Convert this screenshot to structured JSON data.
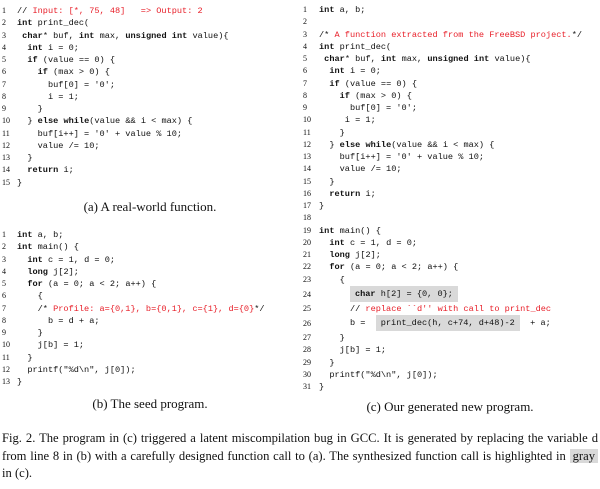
{
  "panel_a": {
    "caption": "(a) A real-world function.",
    "lines": [
      [
        [
          "// ",
          ""
        ],
        [
          "Input: [*, 75, 48]   => Output: 2",
          "c"
        ]
      ],
      [
        [
          "int print_dec(",
          ""
        ]
      ],
      [
        [
          " char* buf, int max, unsigned int value){",
          ""
        ]
      ],
      [
        [
          "  int i = 0;",
          ""
        ]
      ],
      [
        [
          "  if (value == 0) {",
          ""
        ]
      ],
      [
        [
          "    if (max > 0) {",
          ""
        ]
      ],
      [
        [
          "      buf[0] = '0';",
          ""
        ]
      ],
      [
        [
          "      i = 1;",
          ""
        ]
      ],
      [
        [
          "    }",
          ""
        ]
      ],
      [
        [
          "  } else while(value && i < max) {",
          ""
        ]
      ],
      [
        [
          "    buf[i++] = '0' + value % 10;",
          ""
        ]
      ],
      [
        [
          "    value /= 10;",
          ""
        ]
      ],
      [
        [
          "  }",
          ""
        ]
      ],
      [
        [
          "  return i;",
          ""
        ]
      ],
      [
        [
          "}",
          ""
        ]
      ]
    ]
  },
  "panel_b": {
    "caption": "(b) The seed program.",
    "lines": [
      [
        [
          "int a, b;",
          ""
        ]
      ],
      [
        [
          "int main() {",
          ""
        ]
      ],
      [
        [
          "  int c = 1, d = 0;",
          ""
        ]
      ],
      [
        [
          "  long j[2];",
          ""
        ]
      ],
      [
        [
          "  for (a = 0; a < 2; a++) {",
          ""
        ]
      ],
      [
        [
          "    {",
          ""
        ]
      ],
      [
        [
          "    /* ",
          ""
        ],
        [
          "Profile: a={0,1}, b={0,1}, c={1}, d={0}",
          "c"
        ],
        [
          "*/",
          ""
        ]
      ],
      [
        [
          "      b = d + a;",
          ""
        ]
      ],
      [
        [
          "    }",
          ""
        ]
      ],
      [
        [
          "    j[b] = 1;",
          ""
        ]
      ],
      [
        [
          "  }",
          ""
        ]
      ],
      [
        [
          "  printf(\"%d\\n\", j[0]);",
          ""
        ]
      ],
      [
        [
          "}",
          ""
        ]
      ]
    ]
  },
  "panel_c": {
    "caption": "(c) Our generated new program.",
    "lines": [
      [
        [
          "int a, b;",
          ""
        ]
      ],
      [
        [
          "",
          ""
        ]
      ],
      [
        [
          "/* ",
          ""
        ],
        [
          "A function extracted from the FreeBSD project.",
          "c"
        ],
        [
          "*/",
          ""
        ]
      ],
      [
        [
          "int print_dec(",
          ""
        ]
      ],
      [
        [
          " char* buf, int max, unsigned int value){",
          ""
        ]
      ],
      [
        [
          "  int i = 0;",
          ""
        ]
      ],
      [
        [
          "  if (value == 0) {",
          ""
        ]
      ],
      [
        [
          "    if (max > 0) {",
          ""
        ]
      ],
      [
        [
          "      buf[0] = '0';",
          ""
        ]
      ],
      [
        [
          "     i = 1;",
          ""
        ]
      ],
      [
        [
          "    }",
          ""
        ]
      ],
      [
        [
          "  } else while(value && i < max) {",
          ""
        ]
      ],
      [
        [
          "    buf[i++] = '0' + value % 10;",
          ""
        ]
      ],
      [
        [
          "    value /= 10;",
          ""
        ]
      ],
      [
        [
          "  }",
          ""
        ]
      ],
      [
        [
          "  return i;",
          ""
        ]
      ],
      [
        [
          "}",
          ""
        ]
      ],
      [
        [
          "",
          ""
        ]
      ],
      [
        [
          "int main() {",
          ""
        ]
      ],
      [
        [
          "  int c = 1, d = 0;",
          ""
        ]
      ],
      [
        [
          "  long j[2];",
          ""
        ]
      ],
      [
        [
          "  for (a = 0; a < 2; a++) {",
          ""
        ]
      ],
      [
        [
          "    {",
          ""
        ]
      ],
      [
        [
          "      ",
          ""
        ],
        [
          "char h[2] = {0, 0};",
          "h"
        ]
      ],
      [
        [
          "      // ",
          ""
        ],
        [
          "replace ``d'' with call to print_dec",
          "c"
        ]
      ],
      [
        [
          "      b =  ",
          ""
        ],
        [
          "print_dec(h, c+74, d+48)-2",
          "h"
        ],
        [
          "  + a;",
          ""
        ]
      ],
      [
        [
          "    }",
          ""
        ]
      ],
      [
        [
          "    j[b] = 1;",
          ""
        ]
      ],
      [
        [
          "  }",
          ""
        ]
      ],
      [
        [
          "  printf(\"%d\\n\", j[0]);",
          ""
        ]
      ],
      [
        [
          "}",
          ""
        ]
      ]
    ]
  },
  "figure_caption": {
    "before": "Fig. 2.  The program in (c) triggered a latent miscompilation bug in GCC. It is generated by replacing the variable d from line 8 in (b) with a carefully designed function call to (a). The synthesized function call is highlighted in ",
    "highlight": "gray",
    "after": " in (c)."
  },
  "colors": {
    "comment": "#e8202a",
    "highlight": "#d9d9d9"
  }
}
